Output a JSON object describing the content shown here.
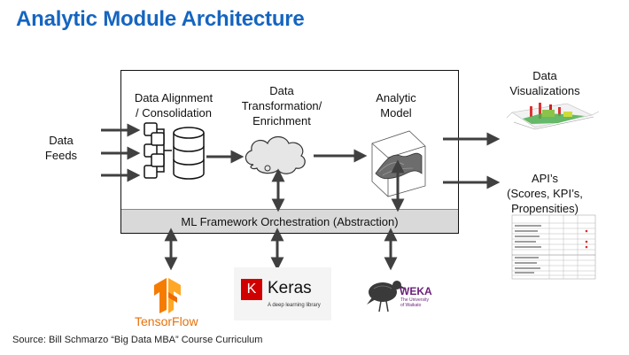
{
  "title": "Analytic Module Architecture",
  "labels": {
    "data_feeds": [
      "Data",
      "Feeds"
    ],
    "alignment": [
      "Data Alignment",
      "/ Consolidation"
    ],
    "transformation": [
      "Data",
      "Transformation/",
      "Enrichment"
    ],
    "analytic_model": [
      "Analytic",
      "Model"
    ],
    "visualizations": [
      "Data",
      "Visualizations"
    ],
    "apis": [
      "API’s",
      "(Scores, KPI’s,",
      "Propensities)"
    ]
  },
  "orchestration": "ML Framework Orchestration (Abstraction)",
  "frameworks": {
    "tensorflow": "TensorFlow",
    "keras_k": "K",
    "keras_name": "Keras",
    "keras_tagline": "A deep learning library",
    "weka_name": "WEKA",
    "weka_tagline": [
      "The University",
      "of Waikato"
    ]
  },
  "source": "Source: Bill Schmarzo “Big Data MBA” Course Curriculum",
  "colors": {
    "title": "#1565c0",
    "tensorflow": "#e8710a",
    "keras": "#d00000",
    "weka": "#6b1f7a",
    "bar": "#d9d9d9",
    "arrow": "#404040"
  }
}
